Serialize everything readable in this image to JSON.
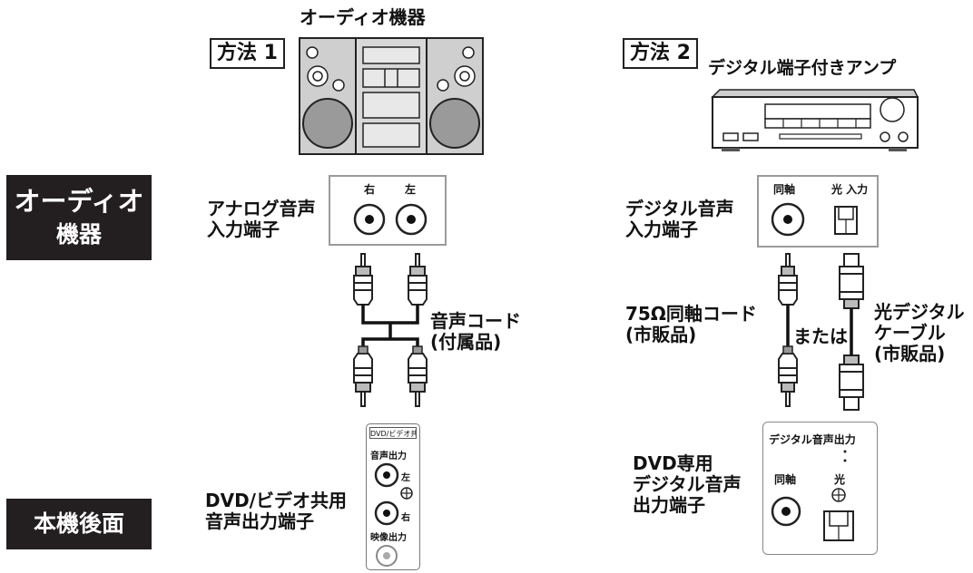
{
  "side": {
    "audio_device_line1": "オーディオ",
    "audio_device_line2": "機器",
    "rear_panel": "本機後面"
  },
  "method1": {
    "badge": "方法 1",
    "device_title": "オーディオ機器",
    "analog_input_label": "アナログ音声\n入力端子",
    "jack_right": "右",
    "jack_left": "左",
    "cord_label": "音声コード\n(付属品)",
    "output_label": "DVD/ビデオ共用\n音声出力端子",
    "panel_title": "DVD/ビデオ共用",
    "panel_audio_out": "音声出力",
    "panel_left": "左",
    "panel_right": "右",
    "panel_video_out": "映像出力"
  },
  "method2": {
    "badge": "方法 2",
    "device_title": "デジタル端子付きアンプ",
    "digital_input_label": "デジタル音声\n入力端子",
    "coax_label": "同軸",
    "optical_input_label": "光 入力",
    "coax_cord_label": "75Ω同軸コード\n(市販品)",
    "or_label": "または",
    "optical_cable_label": "光デジタル\nケーブル\n(市販品)",
    "output_label": "DVD専用\nデジタル音声\n出力端子",
    "panel_title": "デジタル音声出力",
    "panel_coax": "同軸",
    "panel_optical": "光"
  }
}
